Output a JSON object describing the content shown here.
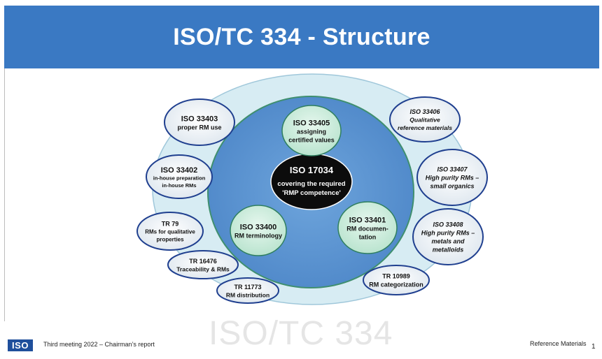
{
  "title": "ISO/TC 334 - Structure",
  "center": {
    "line1": "ISO 17034",
    "line2": "covering the required",
    "line3": "'RMP competence'"
  },
  "inner_nodes": [
    {
      "id": "33405",
      "lines": [
        "ISO 33405",
        "assigning",
        "certified values"
      ]
    },
    {
      "id": "33400",
      "lines": [
        "ISO 33400",
        "RM terminology"
      ]
    },
    {
      "id": "33401",
      "lines": [
        "ISO 33401",
        "RM documen-",
        "tation"
      ]
    }
  ],
  "left_nodes": [
    {
      "id": "33403",
      "lines": [
        "ISO 33403",
        "proper RM use"
      ]
    },
    {
      "id": "33402",
      "lines": [
        "ISO 33402",
        "in-house preparation",
        "in-house RMs"
      ]
    },
    {
      "id": "tr79",
      "lines": [
        "TR 79",
        "RMs for qualitative",
        "properties"
      ]
    },
    {
      "id": "tr16476",
      "lines": [
        "TR 16476",
        "Traceability & RMs"
      ]
    },
    {
      "id": "tr11773",
      "lines": [
        "TR 11773",
        "RM distribution"
      ]
    }
  ],
  "right_nodes": [
    {
      "id": "33406",
      "lines": [
        "ISO 33406",
        "Qualitative",
        "reference materials"
      ]
    },
    {
      "id": "33407",
      "lines": [
        "ISO 33407",
        "High purity RMs –",
        "small organics"
      ]
    },
    {
      "id": "33408",
      "lines": [
        "ISO 33408",
        "High purity RMs –",
        "metals and",
        "metalloids"
      ]
    },
    {
      "id": "tr10989",
      "lines": [
        "TR 10989",
        "RM categorization"
      ]
    }
  ],
  "footer": {
    "logo": "ISO",
    "left_text": "Third meeting 2022 – Chairman’s report",
    "watermark": "ISO/TC 334",
    "right_text": "Reference Materials",
    "page_number": "1"
  },
  "colors": {
    "banner": "#3a79c3",
    "outer_ring": "#d7ecf3",
    "inner_disc": "#5f97d3",
    "center": "#0c0c0c",
    "bubble_fill": "#eef3f7",
    "bubble_border": "#1f3f8f",
    "inner_bubble_fill": "#c8ebda"
  }
}
